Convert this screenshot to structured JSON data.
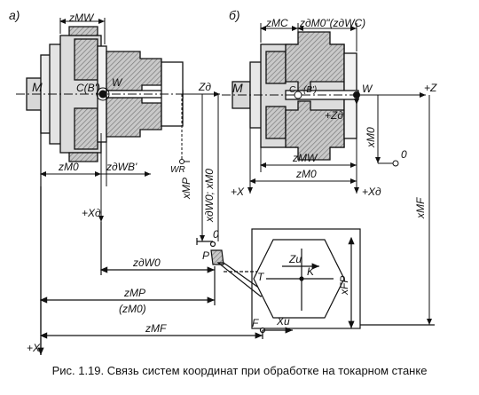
{
  "panel_labels": {
    "a": "а)",
    "b": "б)"
  },
  "left": {
    "zMW": "zMW",
    "M": "M",
    "C": "C(B')",
    "W": "W",
    "axis_z": "Zд",
    "zM0": "zM0",
    "zdWB": "zдWB'",
    "WR": "WR",
    "xMP": "xMP",
    "xdW0": "xдW0; xM0",
    "Xd": "+Xд"
  },
  "right": {
    "zMC": "zMC",
    "zdM0": "zдM0\"(zдWC)",
    "M": "M",
    "C": "C",
    "B": "(B')",
    "W": "W",
    "Zd": "+Zд",
    "axis_z": "+Z",
    "xM0": "xM0",
    "zero": "0",
    "zMW": "zMW",
    "zM0": "zM0",
    "X": "+X",
    "Xd": "+Xд",
    "xMF": "xMF"
  },
  "bottom": {
    "zero": "0",
    "P": "P",
    "zdW0": "zдW0",
    "Zi": "Zи",
    "K": "K",
    "T": "T",
    "xFP": "xFP",
    "F": "F",
    "Xi": "Xи",
    "zMP": "zMP",
    "zM0p": "(zM0)",
    "zMF": "zMF",
    "X": "+X"
  },
  "caption": "Рис. 1.19. Связь систем координат при обработке на токарном станке"
}
